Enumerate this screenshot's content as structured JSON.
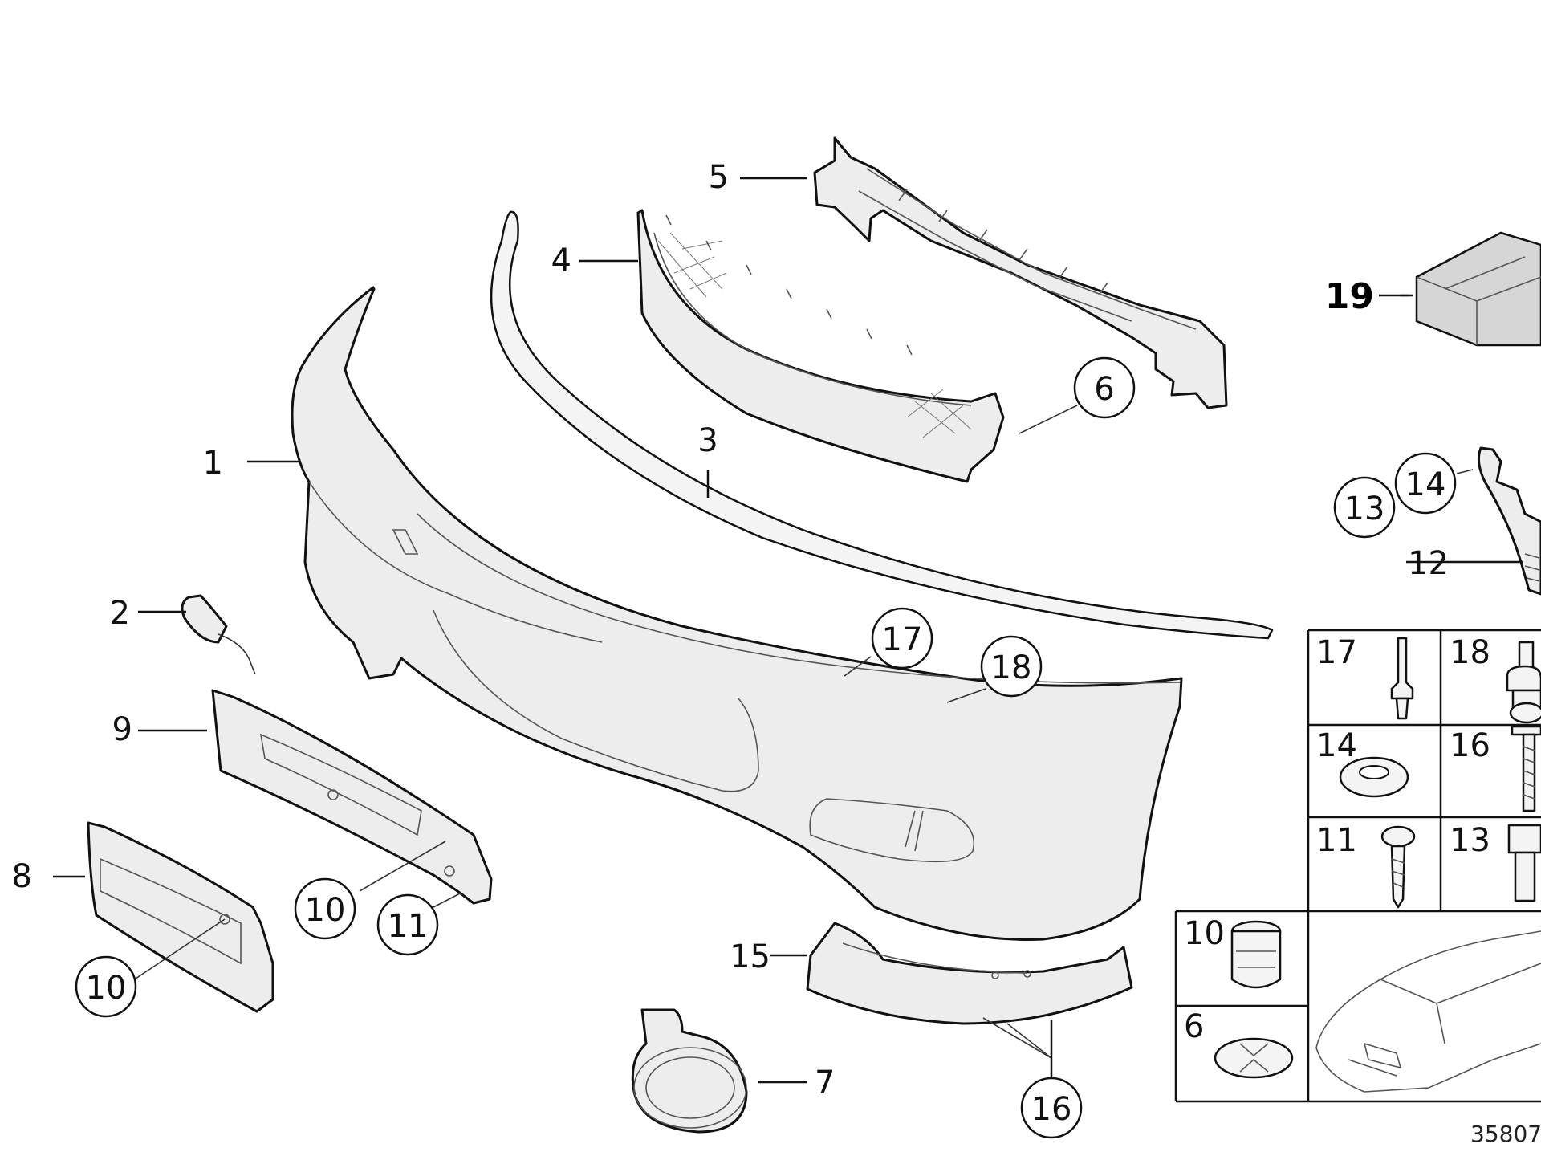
{
  "labels": {
    "p1": "1",
    "p2": "2",
    "p3": "3",
    "p4": "4",
    "p5": "5",
    "p6": "6",
    "p7": "7",
    "p8": "8",
    "p9": "9",
    "p10a": "10",
    "p10b": "10",
    "p11": "11",
    "p12": "12",
    "p13": "13",
    "p14": "14",
    "p15": "15",
    "p16": "16",
    "p17": "17",
    "p18": "18",
    "p19": "19"
  },
  "table": {
    "cells": [
      {
        "id": "t17",
        "label": "17"
      },
      {
        "id": "t18",
        "label": "18"
      },
      {
        "id": "t14",
        "label": "14"
      },
      {
        "id": "t16",
        "label": "16"
      },
      {
        "id": "t11",
        "label": "11"
      },
      {
        "id": "t13",
        "label": "13"
      },
      {
        "id": "t10",
        "label": "10"
      },
      {
        "id": "t6",
        "label": "6"
      }
    ]
  },
  "document_number": "35807"
}
